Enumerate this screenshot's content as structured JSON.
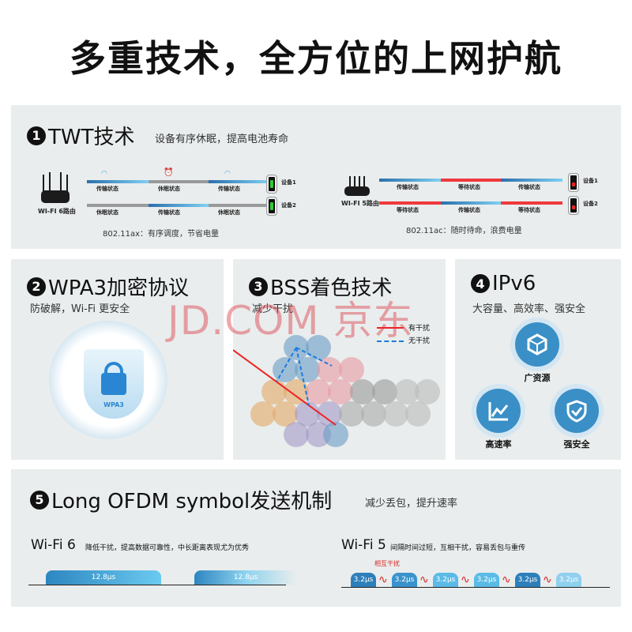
{
  "title": "多重技术，全方位的上网护航",
  "watermark": "JD.COM 京东",
  "twt": {
    "num": "1",
    "title": "TWT技术",
    "subtitle": "设备有序休眠，提高电池寿命",
    "left": {
      "router": "WI-FI 6路由",
      "row1": [
        "传输状态",
        "休眠状态",
        "传输状态"
      ],
      "row2": [
        "休眠状态",
        "传输状态",
        "休眠状态"
      ],
      "device1": "设备1",
      "device2": "设备2",
      "caption": "802.11ax：有序调度，节省电量"
    },
    "right": {
      "router": "WI-FI 5路由",
      "row1": [
        "传输状态",
        "等待状态",
        "传输状态"
      ],
      "row2": [
        "等待状态",
        "传输状态",
        "等待状态"
      ],
      "device1": "设备1",
      "device2": "设备2",
      "caption": "802.11ac：随时待命，浪费电量"
    }
  },
  "wpa3": {
    "num": "2",
    "title": "WPA3加密协议",
    "subtitle": "防破解，Wi-Fi 更安全",
    "badge": "WPA3"
  },
  "bss": {
    "num": "3",
    "title": "BSS着色技术",
    "subtitle": "减少干扰",
    "legend_interference": "有干扰",
    "legend_no_interference": "无干扰"
  },
  "ipv6": {
    "num": "4",
    "title": "IPv6",
    "subtitle": "大容量、高效率、强安全",
    "items": [
      "广资源",
      "高速率",
      "强安全"
    ]
  },
  "ofdm": {
    "num": "5",
    "title": "Long OFDM symbol发送机制",
    "subtitle": "减少丢包，提升速率",
    "wifi6": {
      "label": "Wi-Fi 6",
      "desc": "降低干扰，提高数据可靠性，中长距离表现尤为优秀",
      "symbols": [
        "12.8μs",
        "12.8μs"
      ]
    },
    "wifi5": {
      "label": "Wi-Fi 5",
      "desc": "间隔时间过短，互相干扰，容易丢包与重传",
      "interference": "相互干扰",
      "symbols": [
        "3.2μs",
        "3.2μs",
        "3.2μs",
        "3.2μs",
        "3.2μs",
        "3.2μs"
      ]
    }
  }
}
